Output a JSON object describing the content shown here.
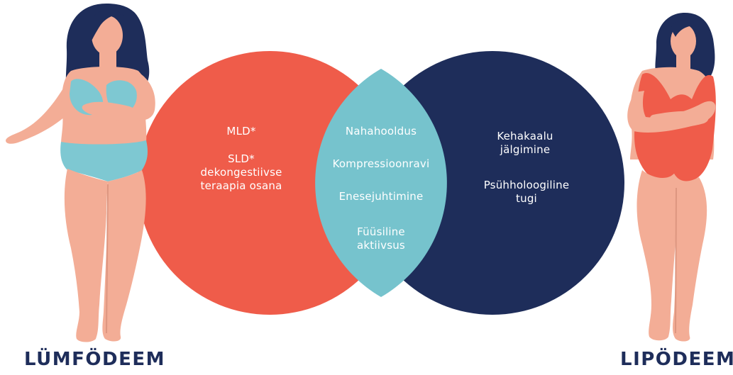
{
  "colors": {
    "left_circle": "#ef5c4a",
    "right_circle": "#1e2d5a",
    "overlap": "#76c3cd",
    "skin": "#f3ad96",
    "skin_shadow": "#dd9680",
    "hair": "#1e2d5a",
    "swimsuit_left": "#7ec8d2",
    "swimsuit_right": "#ef5c4a",
    "label_text": "#ffffff",
    "caption_text": "#1e2d5a"
  },
  "venn": {
    "left_items": [
      "MLD*",
      "SLD*\ndekongestiivse\nteraapia osana"
    ],
    "shared_items": [
      "Nahahooldus",
      "Kompressioonravi",
      "Enesejuhtimine",
      "Füüsiline\naktiivsus"
    ],
    "right_items": [
      "Kehakaalu\njälgimine",
      "Psühholoogiline\ntugi"
    ]
  },
  "captions": {
    "left": "LÜMFÖDEEM",
    "right": "LIPÖDEEM"
  },
  "icons": {
    "left_figure": "woman-figure-icon",
    "right_figure": "woman-figure-icon"
  }
}
